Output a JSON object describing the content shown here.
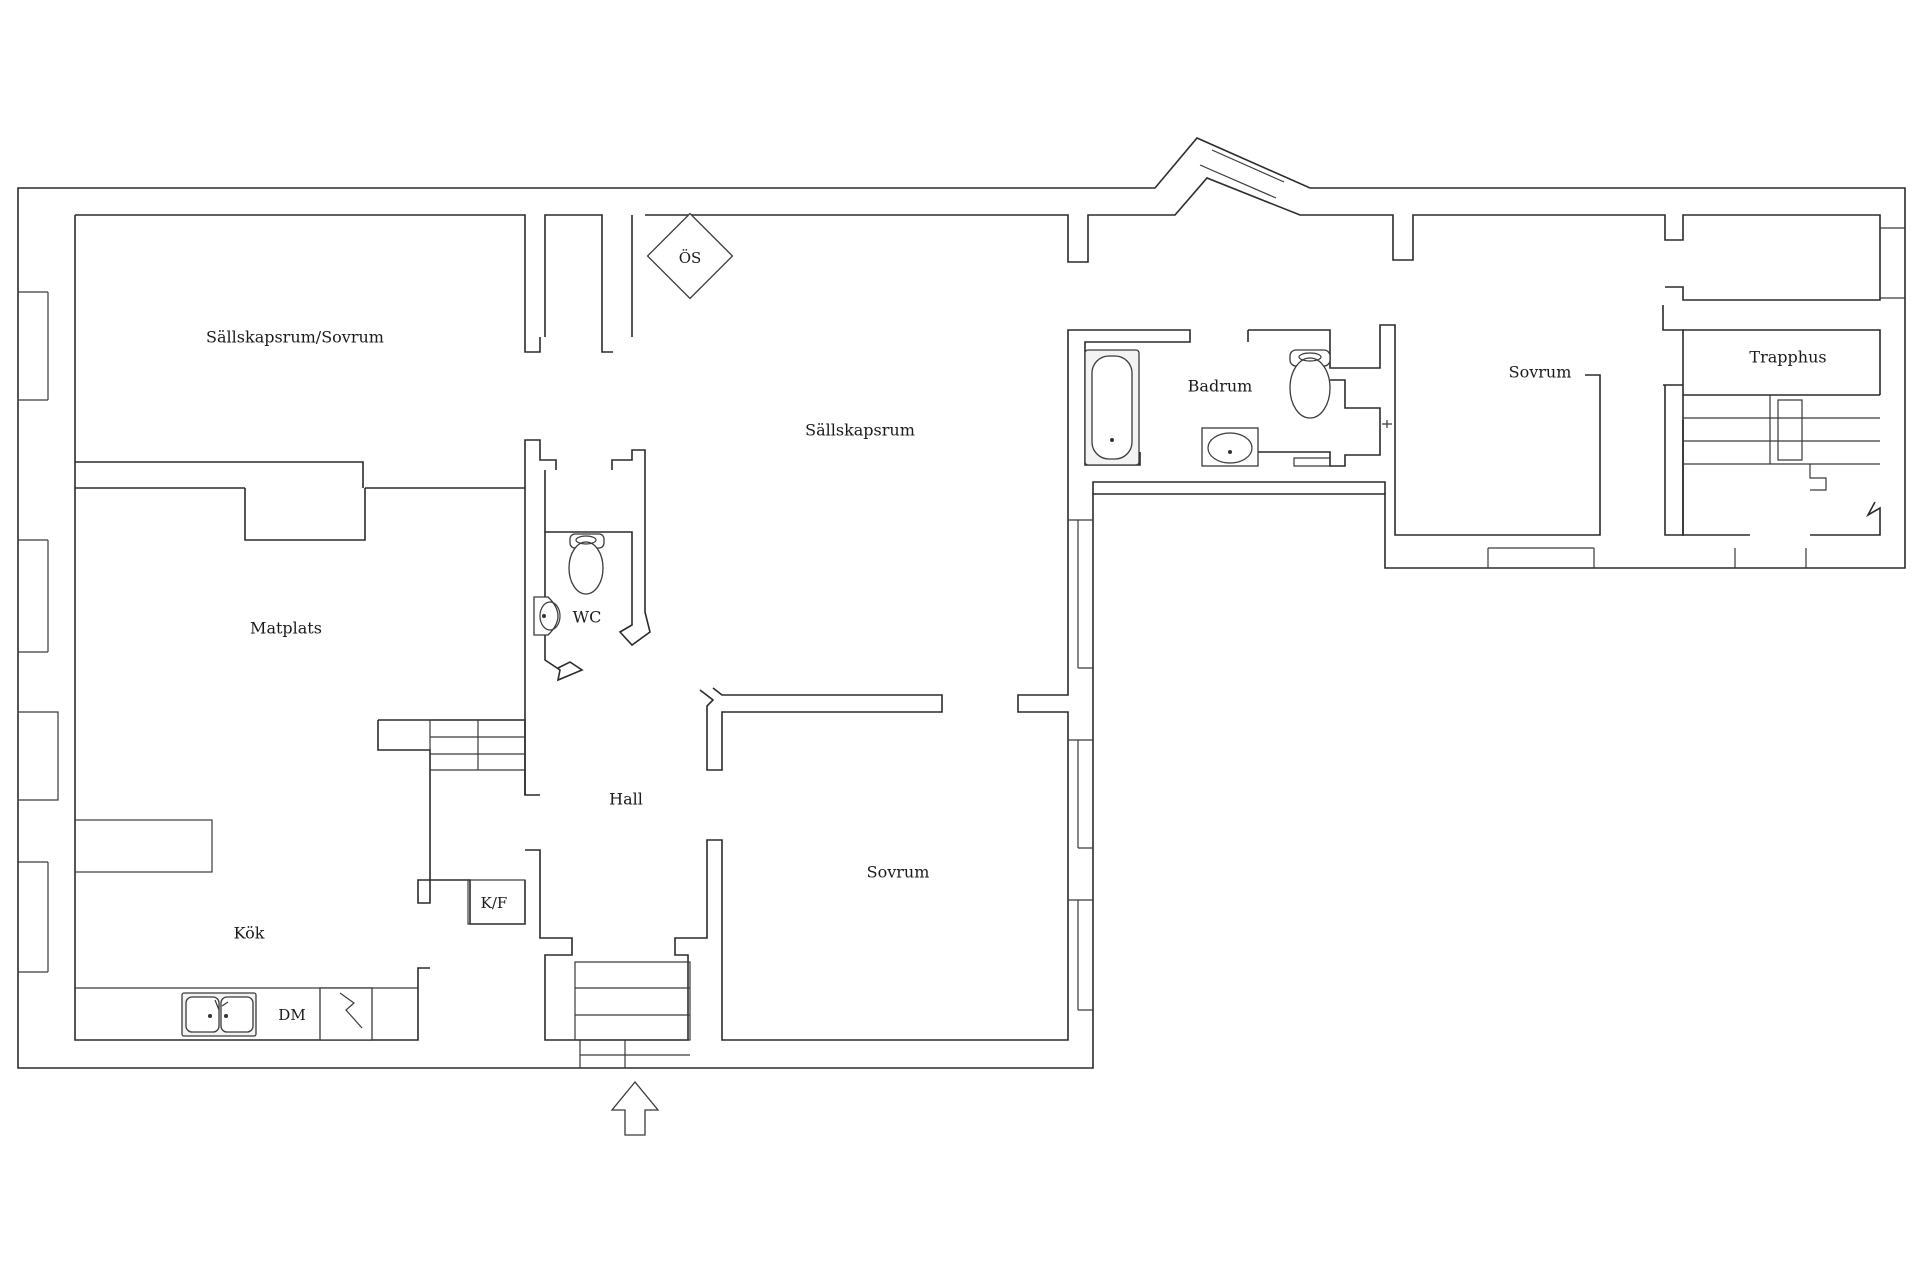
{
  "rooms": {
    "sallskapsrum_sovrum": "Sällskapsrum/Sovrum",
    "sallskapsrum": "Sällskapsrum",
    "os": "ÖS",
    "badrum": "Badrum",
    "sovrum_right": "Sovrum",
    "trapphus": "Trapphus",
    "matplats": "Matplats",
    "wc": "WC",
    "hall": "Hall",
    "kf": "K/F",
    "sovrum_lower": "Sovrum",
    "kok": "Kök",
    "dm": "DM"
  },
  "icons": {
    "entrance": "entrance-arrow-icon",
    "stove": "stove-icon",
    "sink": "double-sink-icon",
    "toilet": "toilet-icon",
    "bathtub": "bathtub-icon",
    "washbasin": "washbasin-icon"
  },
  "colors": {
    "line": "#2b2b2b",
    "background": "#ffffff"
  }
}
